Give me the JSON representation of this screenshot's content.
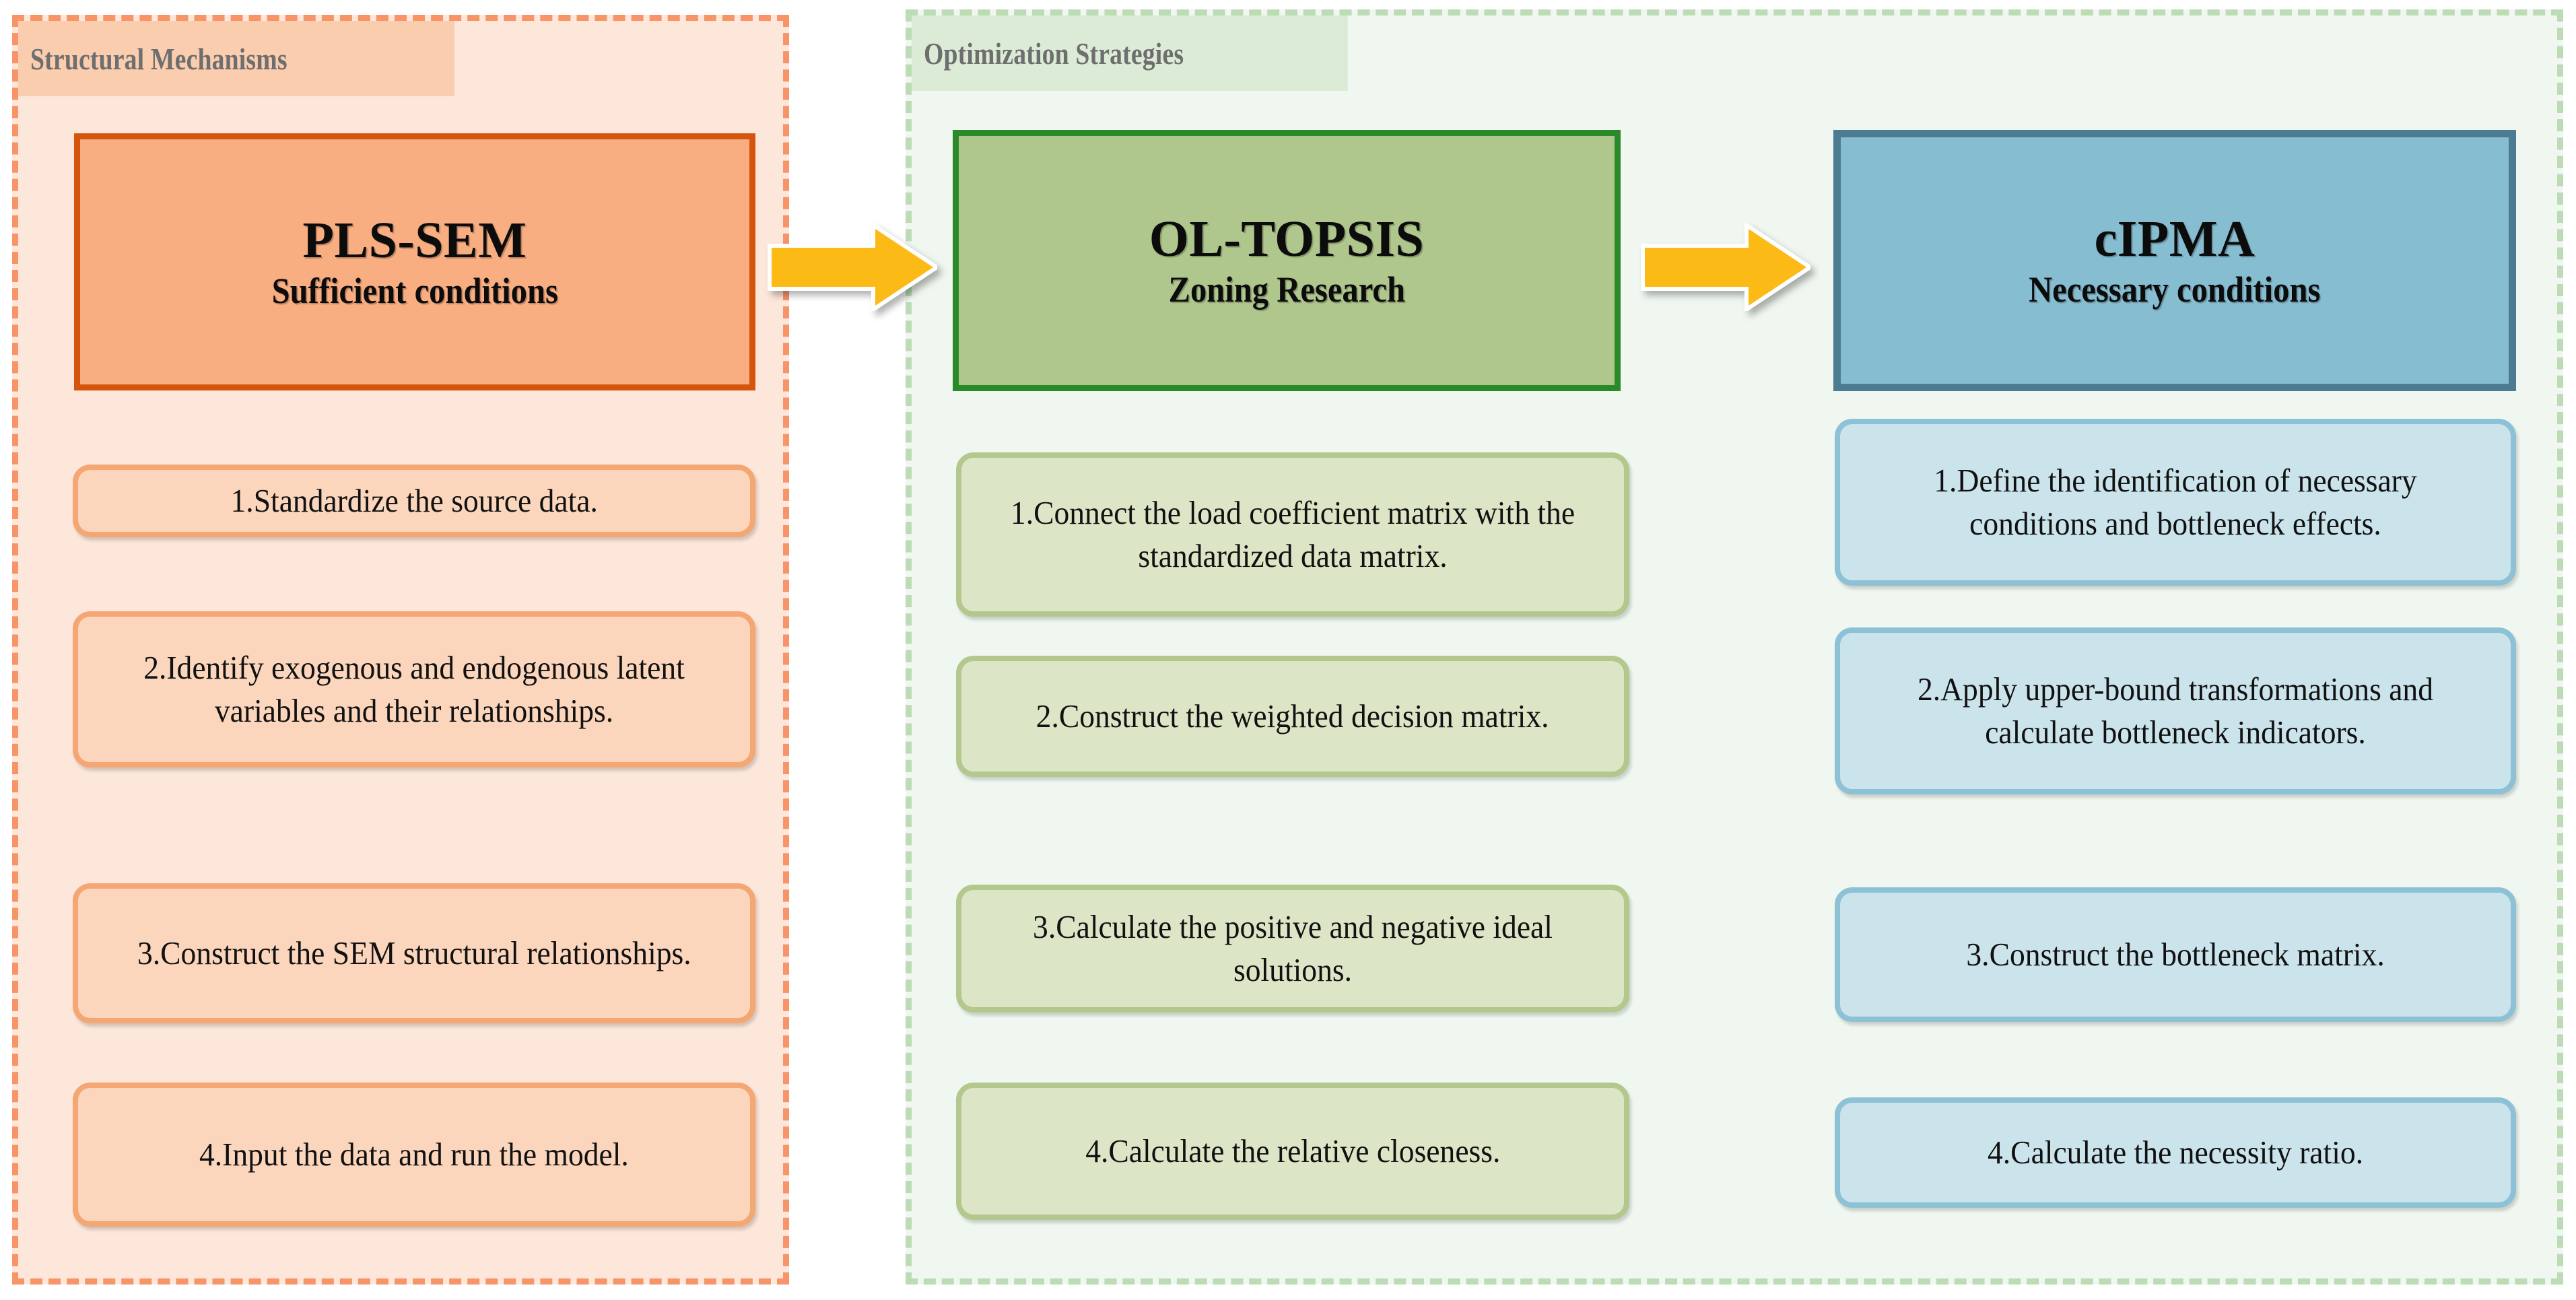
{
  "panels": [
    {
      "name": "structural-mechanisms",
      "title": "Structural Mechanisms",
      "accent": "#F79468",
      "background": "#FDE7DA",
      "header": {
        "title": "PLS-SEM",
        "subtitle": "Sufficient conditions",
        "fill": "#F9AE82",
        "border": "#D4550B"
      },
      "steps": [
        "1.Standardize the source data.",
        "2.Identify exogenous and endogenous latent variables and their relationships.",
        "3.Construct the SEM structural relationships.",
        "4.Input the data and run the model."
      ]
    },
    {
      "name": "optimization-strategies",
      "title": "Optimization Strategies",
      "accent": "#BBDCB4",
      "background": "#F0F7F0",
      "header": {
        "title": "OL-TOPSIS",
        "subtitle": "Zoning Research",
        "fill": "#AFC68D",
        "border": "#2A8A2A"
      },
      "steps": [
        "1.Connect the load coefficient matrix with the standardized data matrix.",
        "2.Construct the weighted decision matrix.",
        "3.Calculate the positive and negative ideal solutions.",
        "4.Calculate the relative closeness."
      ]
    },
    {
      "name": "necessary-conditions",
      "header": {
        "title": "cIPMA",
        "subtitle": "Necessary conditions",
        "fill": "#86BDD0",
        "border": "#4C7C92"
      },
      "steps": [
        "1.Define the identification of necessary conditions and bottleneck effects.",
        "2.Apply upper-bound transformations and calculate bottleneck indicators.",
        "3.Construct the bottleneck matrix.",
        "4.Calculate the necessity ratio."
      ]
    }
  ],
  "arrows": [
    {
      "name": "arrow-plssem-to-oltopsis",
      "icon": "right-arrow-icon",
      "color": "#FCBA16",
      "outline": "#FFFFFF"
    },
    {
      "name": "arrow-oltopsis-to-cipma",
      "icon": "right-arrow-icon",
      "color": "#FCBA16",
      "outline": "#FFFFFF"
    }
  ]
}
